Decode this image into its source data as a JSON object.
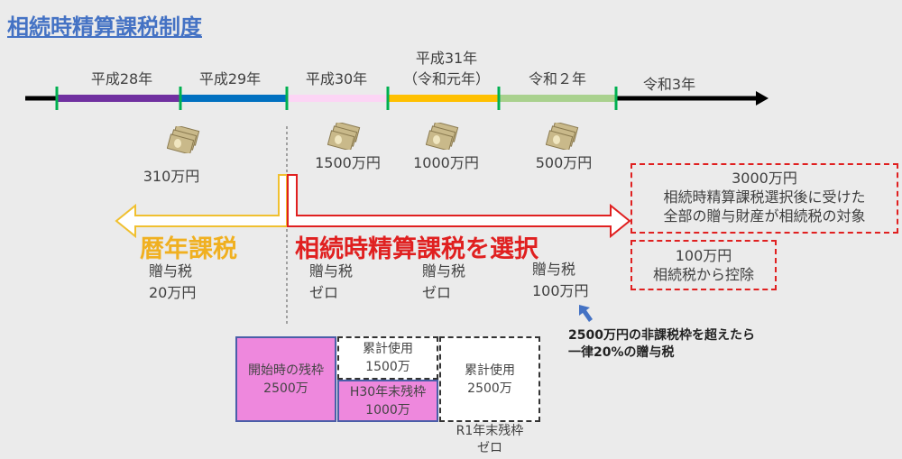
{
  "title": "相続時精算課税制度",
  "timeline": {
    "years": [
      {
        "label": "平成28年",
        "color": "#7030a0"
      },
      {
        "label": "平成29年",
        "color": "#0070c0"
      },
      {
        "label": "平成30年",
        "color": "#fcd5f5"
      },
      {
        "label": "平成31年",
        "sub": "（令和元年）",
        "color": "#ffc000"
      },
      {
        "label": "令和２年",
        "color": "#a9d18e"
      },
      {
        "label": "令和3年",
        "color": "#000000"
      }
    ]
  },
  "gifts": [
    "310万円",
    "1500万円",
    "1000万円",
    "500万円"
  ],
  "calendar_tax_label": "暦年課税",
  "settlement_tax_label": "相続時精算課税を選択",
  "gift_tax": [
    {
      "label": "贈与税",
      "value": "20万円"
    },
    {
      "label": "贈与税",
      "value": "ゼロ"
    },
    {
      "label": "贈与税",
      "value": "ゼロ"
    },
    {
      "label": "贈与税",
      "value": "100万円"
    }
  ],
  "note_box1": {
    "line1": "3000万円",
    "line2": "相続時精算課税選択後に受けた",
    "line3": "全部の贈与財産が相続税の対象"
  },
  "note_box2": {
    "line1": "100万円",
    "line2": "相続税から控除"
  },
  "callout": {
    "line1": "2500万円の非課税枠を超えたら",
    "line2": "一律20%の贈与税"
  },
  "blocks": {
    "start": {
      "line1": "開始時の残枠",
      "line2": "2500万"
    },
    "used1": {
      "line1": "累計使用",
      "line2": "1500万"
    },
    "h30": {
      "line1": "H30年末残枠",
      "line2": "1000万"
    },
    "used2": {
      "line1": "累計使用",
      "line2": "2500万"
    },
    "r1": {
      "line1": "R1年末残枠",
      "line2": "ゼロ"
    }
  },
  "colors": {
    "title": "#4472c4",
    "calendar": "#f0b020",
    "settlement": "#e02020",
    "tick": "#00b050"
  }
}
